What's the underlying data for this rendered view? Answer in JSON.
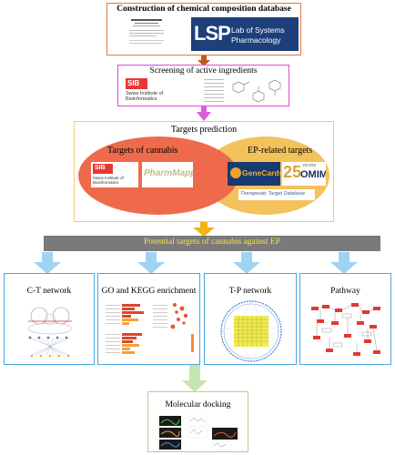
{
  "steps": {
    "database": {
      "title": "Construction of chemical composition database",
      "lsp_logo": {
        "mark": "LSP",
        "line1": "Lab of Systems",
        "line2": "Pharmacology"
      }
    },
    "screening": {
      "title": "Screening of active ingredients",
      "sib_logo": {
        "mark": "SIB",
        "line1": "Swiss Institute of",
        "line2": "Bioinformatics"
      }
    },
    "targets": {
      "title": "Targets prediction",
      "cannabis": {
        "title": "Targets of cannabis",
        "sib_logo": {
          "mark": "SIB",
          "line1": "Swiss Institute of",
          "line2": "Bioinformatics"
        },
        "pharmmapper": "PharmMapper"
      },
      "ep": {
        "title": "EP-related targets",
        "genecards": "GeneCards",
        "omim": {
          "years_num": "25",
          "years_word": "YEARS",
          "brand": "OMIM"
        },
        "ttd": "Therapeutic Target Database"
      }
    },
    "potential": {
      "title": "Potential targets of cannabis against EP"
    },
    "analyses": [
      {
        "title": "C-T network"
      },
      {
        "title": "GO and KEGG enrichment"
      },
      {
        "title": "T-P network"
      },
      {
        "title": "Pathway"
      }
    ],
    "docking": {
      "title": "Molecular docking"
    }
  },
  "colors": {
    "db_border": "#e07b39",
    "arrow_1": "#c1581d",
    "screen_border": "#d94fd0",
    "arrow_2": "#d85fdb",
    "targets_border": "#f3c87a",
    "ellipse_red": "#ef6a4c",
    "ellipse_orange": "#f3c25c",
    "arrow_3": "#f2b316",
    "bar_fill": "#7a7a7a",
    "bar_text": "#f7e24a",
    "analysis_border": "#49a8e3",
    "arrow_blue": "#9fd3f2",
    "arrow_green": "#c6e4ad",
    "docking_border": "#a6d58a"
  },
  "icons": [
    "arrow-down-icon",
    "sib-logo",
    "lsp-logo",
    "genecards-logo",
    "omim-logo"
  ]
}
